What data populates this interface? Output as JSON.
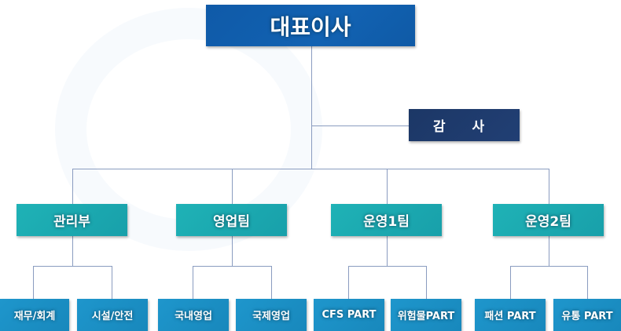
{
  "ceo": "대표이사",
  "audit": "감 사",
  "teams": [
    {
      "name": "관리부",
      "subs": [
        "재무/회계",
        "시설/안전"
      ]
    },
    {
      "name": "영업팀",
      "subs": [
        "국내영업",
        "국제영업"
      ]
    },
    {
      "name": "운영1팀",
      "subs": [
        "CFS PART",
        "위험물PART"
      ]
    },
    {
      "name": "운영2팀",
      "subs": [
        "패션 PART",
        "유통 PART"
      ]
    }
  ]
}
